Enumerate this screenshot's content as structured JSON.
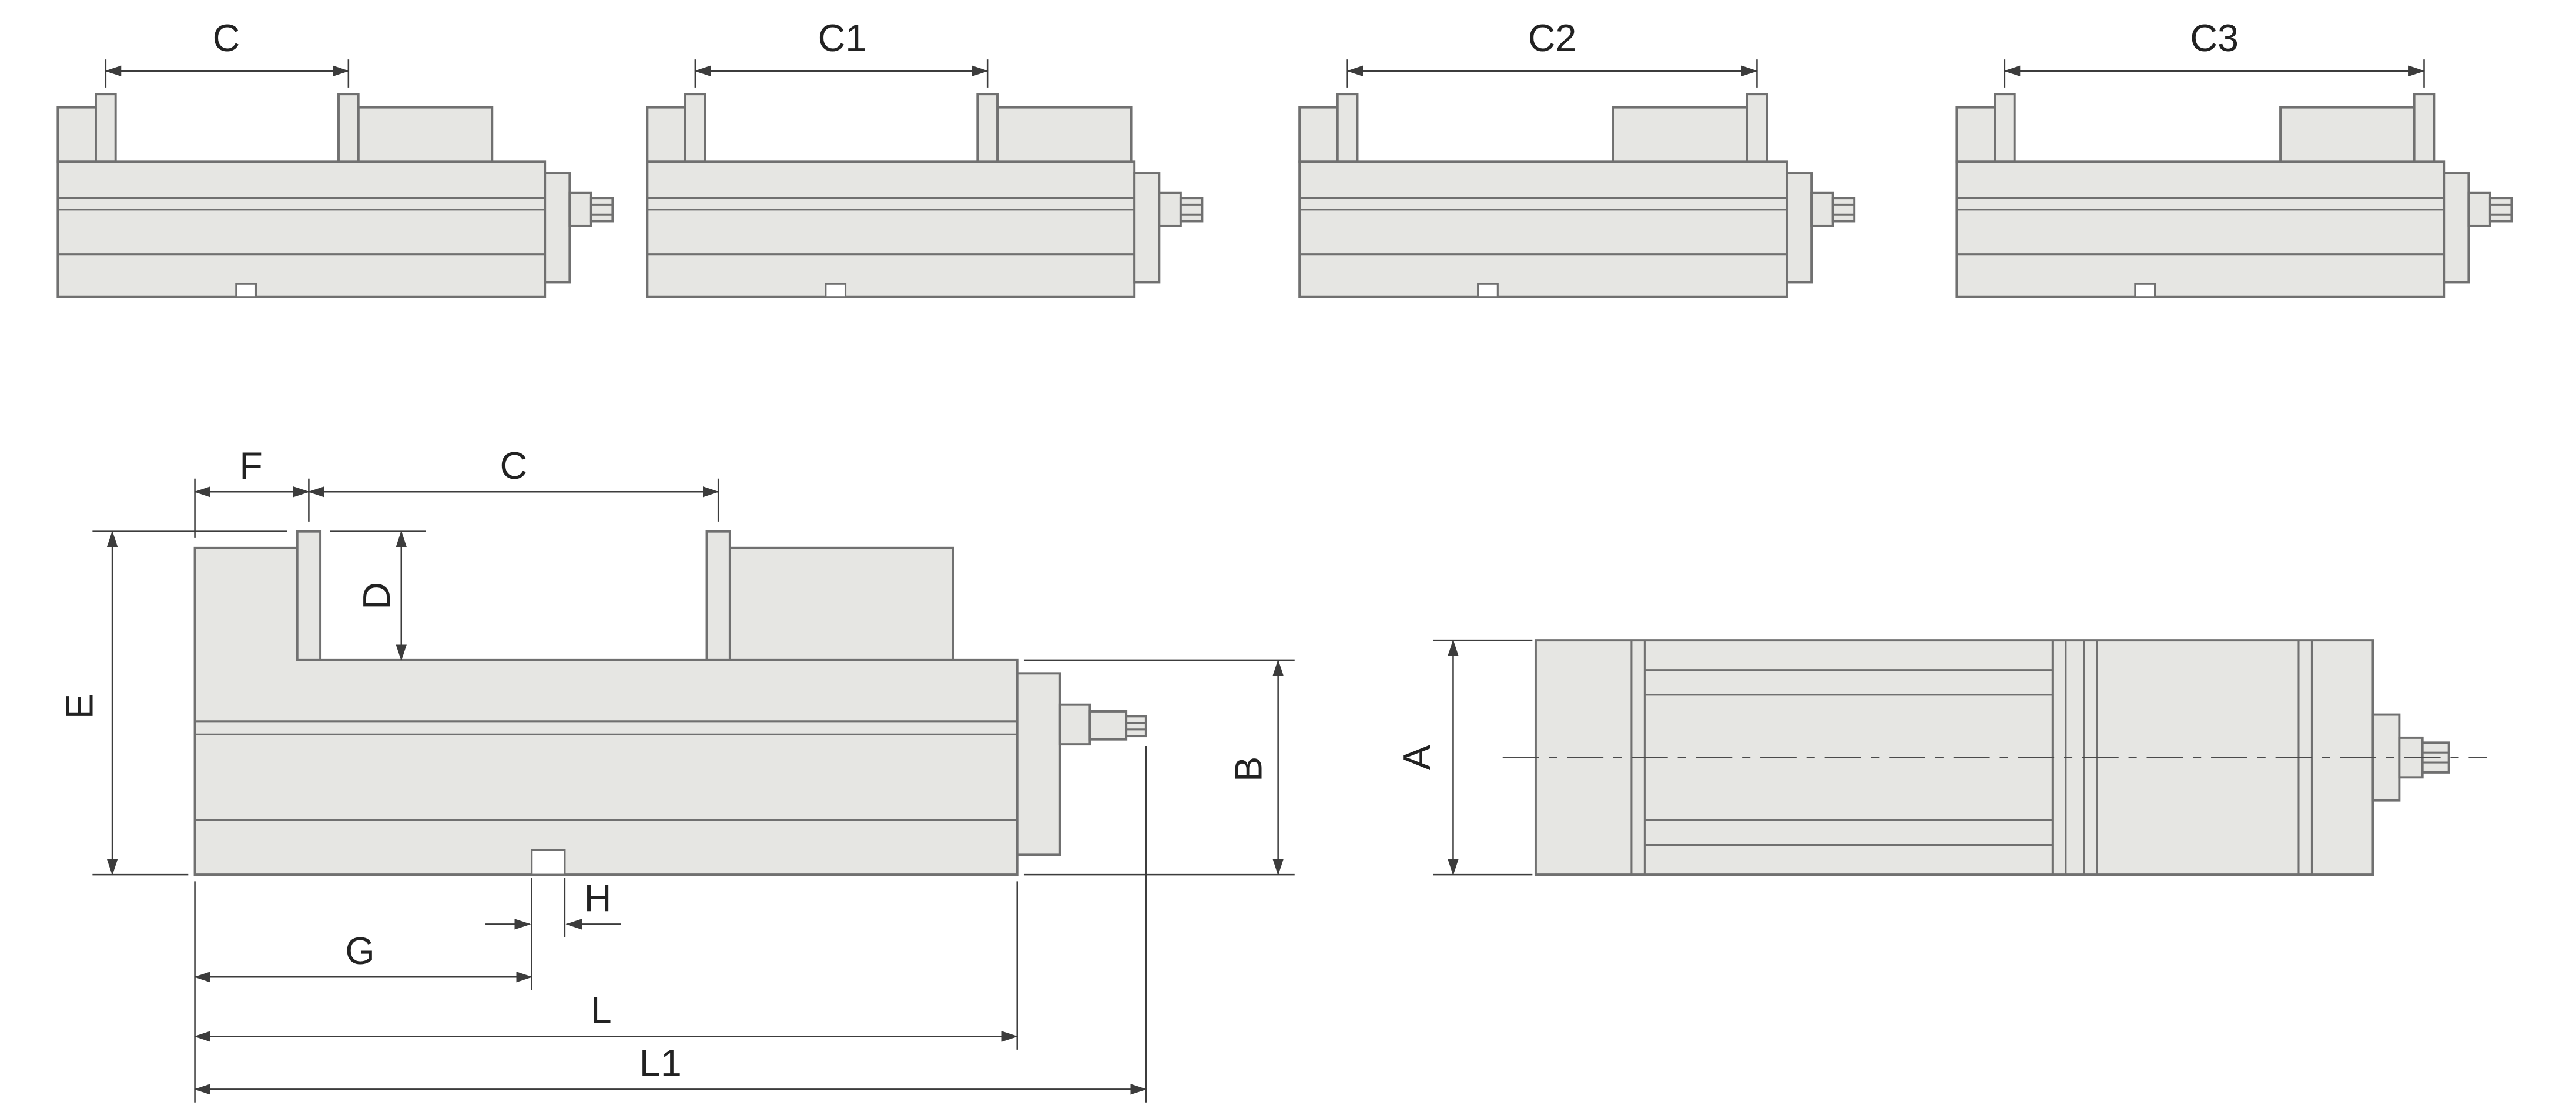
{
  "page": {
    "background": "#ffffff"
  },
  "drawing": {
    "type": "technical-dimension-drawing",
    "subject": "machine-vise",
    "views": {
      "jaw_config_views": [
        {
          "dim_label": "C"
        },
        {
          "dim_label": "C1"
        },
        {
          "dim_label": "C2"
        },
        {
          "dim_label": "C3"
        }
      ],
      "side_view": {
        "dim_labels": {
          "f": "F",
          "c": "C",
          "d": "D",
          "e": "E",
          "b": "B",
          "g": "G",
          "h": "H",
          "l": "L",
          "l1": "L1"
        }
      },
      "plan_view": {
        "dim_labels": {
          "a": "A"
        }
      }
    },
    "colors": {
      "part_fill": "#e6e6e3",
      "part_line": "#707070",
      "dimension_line": "#3c3c3c",
      "label_text": "#222222",
      "background": "#ffffff"
    }
  }
}
